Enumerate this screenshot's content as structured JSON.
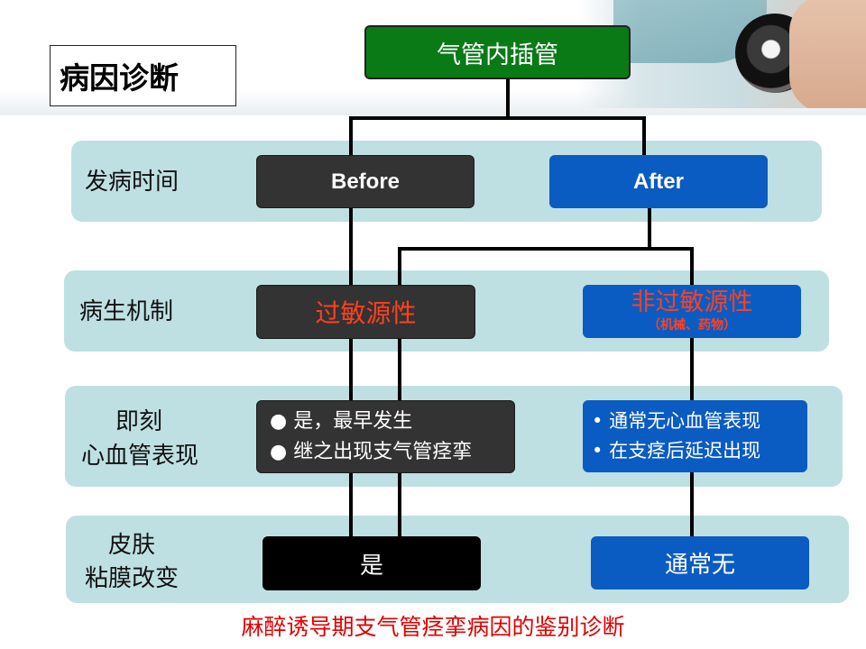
{
  "title": "病因诊断",
  "root": "气管内插管",
  "rows": {
    "onset": "发病时间",
    "mechanism": "病生机制",
    "cardio_1": "即刻",
    "cardio_2": "心血管表现",
    "skin_1": "皮肤",
    "skin_2": "粘膜改变"
  },
  "left": {
    "onset": "Before",
    "mechanism": "过敏源性",
    "cardio": [
      "是，最早发生",
      "继之出现支气管痉挛"
    ],
    "skin": "是"
  },
  "right": {
    "onset": "After",
    "mechanism": "非过敏源性",
    "mechanism_sub": "（机械、药物）",
    "cardio": [
      "通常无心血管表现",
      "在支痉后延迟出现"
    ],
    "skin": "通常无"
  },
  "footer": "麻醉诱导期支气管痉挛病因的鉴别诊断",
  "colors": {
    "band": "#bfe0e3",
    "root_fill": "#0a7a17",
    "left_fill": "#333333",
    "right_fill": "#0b5cc2",
    "skin_left_fill": "#000000",
    "mechanism_text": "#ff4020",
    "footer_text": "#e00000"
  }
}
